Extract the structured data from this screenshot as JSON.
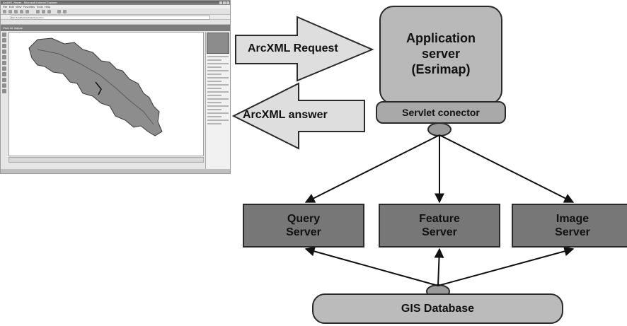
{
  "screenshot": {
    "window_title": "ArcIMS Viewer - Microsoft Internet Explorer",
    "menu_items": [
      "File",
      "Edit",
      "View",
      "Favorites",
      "Tools",
      "Help"
    ],
    "address": "http://localhost/website/viewer.htm",
    "map_header": "Visor de mapas"
  },
  "request_arrow": {
    "label": "ArcXML Request"
  },
  "answer_arrow": {
    "label": "ArcXML answer"
  },
  "app_server": {
    "line1": "Application",
    "line2": "server",
    "line3": "(Esrimap)"
  },
  "servlet": {
    "label": "Servlet conector"
  },
  "servers": [
    {
      "line1": "Query",
      "line2": "Server"
    },
    {
      "line1": "Feature",
      "line2": "Server"
    },
    {
      "line1": "Image",
      "line2": "Server"
    }
  ],
  "database": {
    "label": "GIS Database"
  },
  "colors": {
    "app_server_fill": "#b9b9b9",
    "server_fill": "#777777",
    "arrow_fill": "#dedede",
    "outline": "#2a2a2a"
  }
}
